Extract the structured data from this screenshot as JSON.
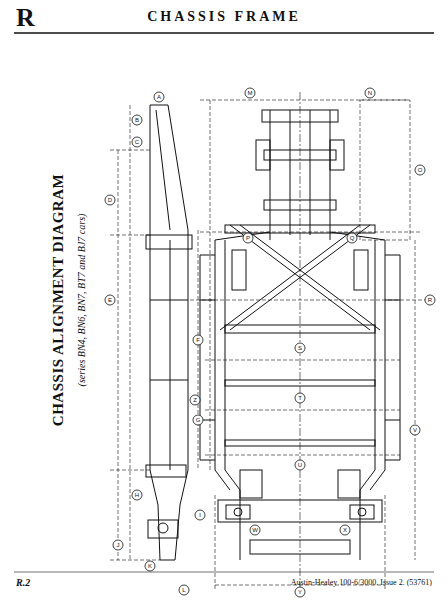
{
  "diagram": {
    "title": "CHASSIS ALIGNMENT DIAGRAM",
    "labels": [
      "R",
      "CHASSIS FRAME",
      "(series BN4, BN6, BN7, BT7 and BJ7 cars)",
      "R.2",
      "Austin-Healey 100-6/3000.   Issue 2.   (53761)",
      "A",
      "B",
      "C",
      "D",
      "E",
      "F",
      "G",
      "H",
      "I",
      "J",
      "K",
      "L",
      "M",
      "N",
      "O",
      "P",
      "Q",
      "R",
      "S",
      "T",
      "U",
      "V",
      "W",
      "X",
      "Y",
      "Z"
    ]
  }
}
